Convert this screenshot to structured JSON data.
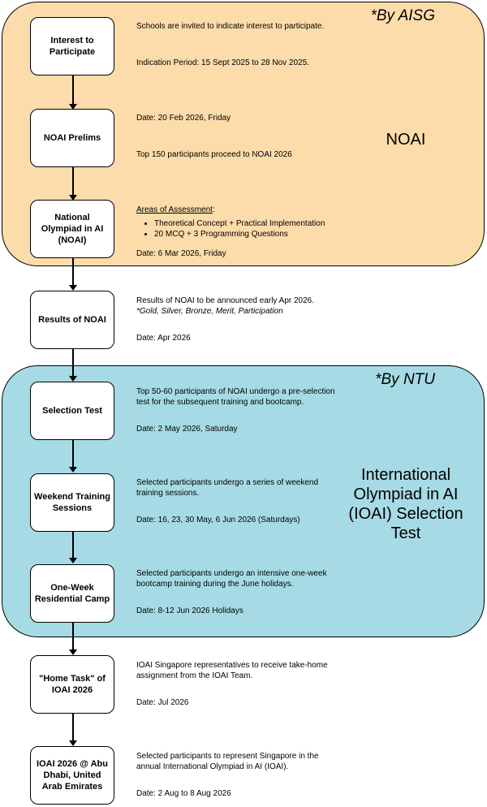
{
  "regions": {
    "aisg": {
      "tag": "*By AISG",
      "title": "NOAI"
    },
    "ntu": {
      "tag": "*By NTU",
      "title": "International Olympiad in AI (IOAI) Selection Test"
    }
  },
  "steps": [
    {
      "label": "Interest to Participate",
      "line1": "Schools are invited to indicate interest to participate.",
      "line2": "Indication Period: 15 Sept 2025 to 28 Nov 2025."
    },
    {
      "label": "NOAI Prelims",
      "line1": "Date: 20 Feb 2026, Friday",
      "line2": "Top 150 participants proceed to NOAI 2026"
    },
    {
      "label": "National Olympiad in AI (NOAI)",
      "heading": "Areas of Assessment",
      "heading_suffix": ":",
      "bullets": [
        "Theoretical Concept + Practical Implementation",
        "20 MCQ + 3 Programming Questions"
      ],
      "date": "Date: 6 Mar 2026, Friday"
    },
    {
      "label": "Results of NOAI",
      "line1": "Results of NOAI to be announced early Apr 2026.",
      "italic": "*Gold, Silver, Bronze, Merit, Participation",
      "date": "Date: Apr 2026"
    },
    {
      "label": "Selection Test",
      "line1": "Top 50-60 participants of NOAI undergo a pre-selection test for the subsequent training and bootcamp.",
      "date": "Date: 2 May 2026, Saturday"
    },
    {
      "label": "Weekend Training Sessions",
      "line1": "Selected participants undergo a series of weekend training sessions.",
      "date": "Date: 16, 23, 30 May, 6 Jun 2026 (Saturdays)"
    },
    {
      "label": "One-Week Residential Camp",
      "line1": "Selected participants undergo an intensive one-week bootcamp training during the June holidays.",
      "date": "Date: 8-12 Jun 2026 Holidays"
    },
    {
      "label": "\"Home Task\" of IOAI 2026",
      "line1": "IOAI Singapore representatives to receive take-home assignment from the IOAI Team.",
      "date": "Date: Jul 2026"
    },
    {
      "label": "IOAI 2026 @ Abu Dhabi, United Arab Emirates",
      "line1": "Selected participants to represent Singapore in the annual International Olympiad in AI (IOAI).",
      "date": "Date: 2 Aug to 8 Aug 2026"
    }
  ]
}
